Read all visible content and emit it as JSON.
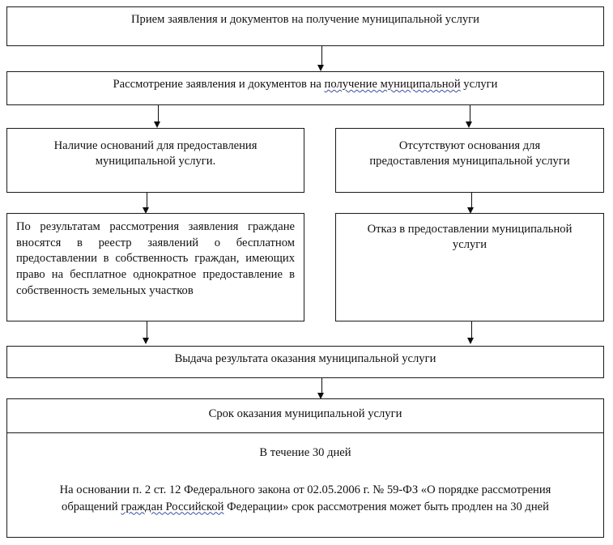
{
  "document": {
    "title": "Блок-схема предоставления муниципальной услуги",
    "language": "ru",
    "text_color": "#111111",
    "border_color": "#1a1a1a",
    "background_color": "#ffffff",
    "spellcheck_underline_color": "#3b4fa0"
  },
  "nodes": {
    "intake": {
      "id": "node-1",
      "label": "Прием заявления и документов на получение муниципальной услуги"
    },
    "review": {
      "id": "node-2",
      "label_part1": "Рассмотрение заявления и документов на ",
      "label_underlined": "получение  муниципальной",
      "label_part3": " услуги"
    },
    "grounds_present": {
      "id": "node-3-left",
      "label": "Наличие оснований для предоставления муниципальной услуги."
    },
    "grounds_absent": {
      "id": "node-3-right",
      "label": "Отсутствуют основания для предоставления муниципальной услуги"
    },
    "registry_entry": {
      "id": "node-4-left",
      "label": "По результатам рассмотрения заявления граждане вносятся в реестр заявлений о бесплатном предоставлении в собственность граждан, имеющих право на бесплатное однократное предоставление в собственность земельных участков"
    },
    "refusal": {
      "id": "node-4-right",
      "label": "Отказ в предоставлении муниципальной услуги"
    },
    "result_issue": {
      "id": "node-5",
      "label": "Выдача результата оказания муниципальной услуги"
    },
    "term_header": {
      "id": "node-6-header",
      "label": "Срок оказания муниципальной услуги"
    },
    "term_value": {
      "id": "node-6-value",
      "label": "В течение 30 дней"
    },
    "term_note": {
      "id": "node-6-note",
      "part1": "На основании п. 2 ст. 12 Федерального закона от 02.05.2006 г. № 59-ФЗ «О порядке рассмотрения обращений ",
      "underlined": "граждан  Российской",
      "part3": " Федерации» срок рассмотрения может быть продлен на 30 дней"
    }
  },
  "connectors": [
    {
      "name": "intake-to-review",
      "from": "intake",
      "to": "review"
    },
    {
      "name": "review-to-grounds-present",
      "from": "review",
      "to": "grounds_present"
    },
    {
      "name": "review-to-grounds-absent",
      "from": "review",
      "to": "grounds_absent"
    },
    {
      "name": "grounds-present-to-registry",
      "from": "grounds_present",
      "to": "registry_entry"
    },
    {
      "name": "grounds-absent-to-refusal",
      "from": "grounds_absent",
      "to": "refusal"
    },
    {
      "name": "registry-to-result",
      "from": "registry_entry",
      "to": "result_issue"
    },
    {
      "name": "refusal-to-result",
      "from": "refusal",
      "to": "result_issue"
    },
    {
      "name": "result-to-term",
      "from": "result_issue",
      "to": "term_header"
    }
  ]
}
